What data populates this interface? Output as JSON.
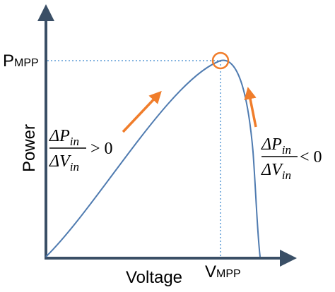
{
  "axes": {
    "y_label": "Power",
    "x_label": "Voltage",
    "color": "#3a4f66"
  },
  "markers": {
    "p_mpp": {
      "main": "P",
      "sub": "MPP"
    },
    "v_mpp": {
      "main": "V",
      "sub": "MPP"
    }
  },
  "equations": {
    "left": {
      "numerator": "ΔP",
      "numerator_sub": "in",
      "denominator": "ΔV",
      "denominator_sub": "in",
      "relation": "> 0"
    },
    "right": {
      "numerator": "ΔP",
      "numerator_sub": "in",
      "denominator": "ΔV",
      "denominator_sub": "in",
      "relation": "< 0"
    }
  },
  "colors": {
    "curve": "#4f7bb0",
    "guide": "#5b9bd5",
    "arrow": "#f07d2b",
    "mpp_circle": "#f07d2b"
  }
}
